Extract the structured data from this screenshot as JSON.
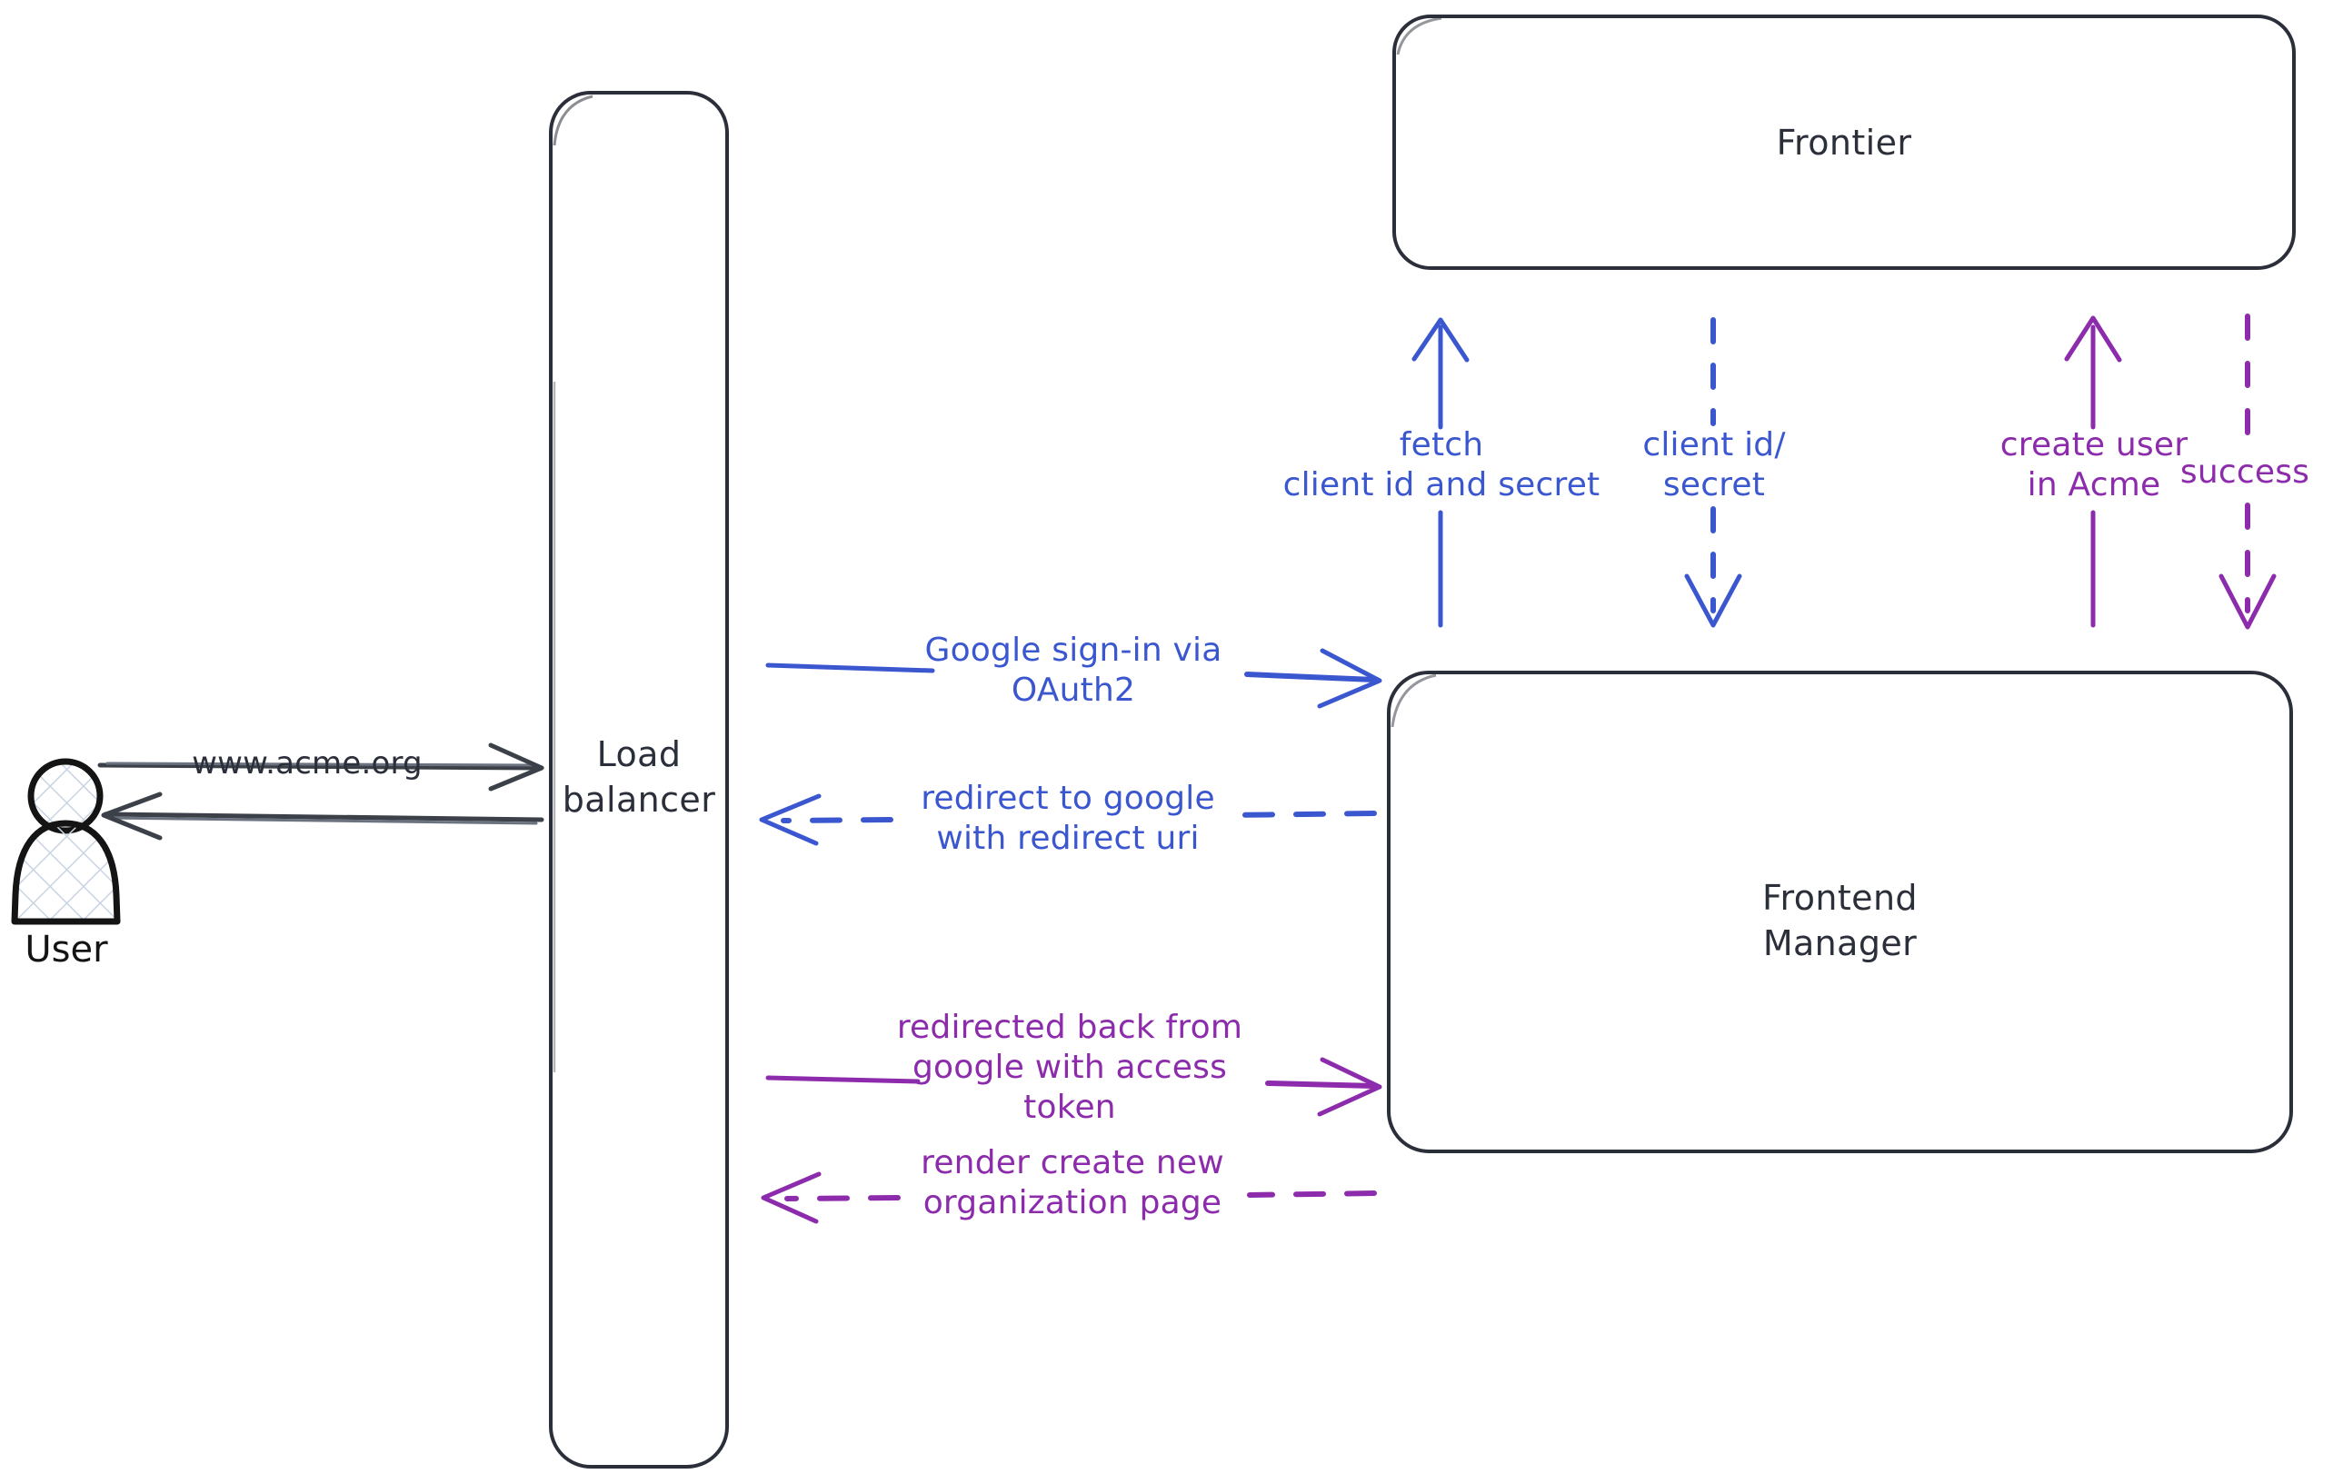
{
  "diagram": {
    "title": "Acme Google OAuth2 sign-in sequence",
    "colors": {
      "blue": "#3b57cf",
      "purple": "#8c2bab",
      "dark": "#2b2f3a",
      "actor_fill_hatch": "#c9d4e3",
      "background": "#ffffff"
    },
    "actors": [
      {
        "id": "user",
        "icon": "person-icon",
        "caption": "User"
      }
    ],
    "nodes": [
      {
        "id": "load-balancer",
        "label": "Load\nbalancer"
      },
      {
        "id": "frontier",
        "label": "Frontier"
      },
      {
        "id": "frontend-manager",
        "label": "Frontend\nManager"
      }
    ],
    "edges": [
      {
        "id": "user-to-lb",
        "label": "www.acme.org",
        "color": "dark",
        "style": "solid",
        "direction": "right"
      },
      {
        "id": "lb-to-user",
        "label": "",
        "color": "dark",
        "style": "solid",
        "direction": "left"
      },
      {
        "id": "lb-to-fm-signin",
        "label": "Google sign-in via\nOAuth2",
        "color": "blue",
        "style": "solid",
        "direction": "right"
      },
      {
        "id": "fm-to-lb-redirect",
        "label": "redirect to google\nwith redirect uri",
        "color": "blue",
        "style": "dashed",
        "direction": "left"
      },
      {
        "id": "lb-to-fm-token",
        "label": "redirected back from\ngoogle with access\ntoken",
        "color": "purple",
        "style": "solid",
        "direction": "right"
      },
      {
        "id": "fm-to-lb-render",
        "label": "render create new\norganization page",
        "color": "purple",
        "style": "dashed",
        "direction": "left"
      },
      {
        "id": "fm-to-frontier-fetch",
        "label": "fetch\nclient id and secret",
        "color": "blue",
        "style": "solid",
        "direction": "up"
      },
      {
        "id": "frontier-to-fm-creds",
        "label": "client id/\nsecret",
        "color": "blue",
        "style": "dashed",
        "direction": "down"
      },
      {
        "id": "fm-to-frontier-create-user",
        "label": "create user\nin Acme",
        "color": "purple",
        "style": "solid",
        "direction": "up"
      },
      {
        "id": "frontier-to-fm-success",
        "label": "success",
        "color": "purple",
        "style": "dashed",
        "direction": "down"
      }
    ]
  }
}
